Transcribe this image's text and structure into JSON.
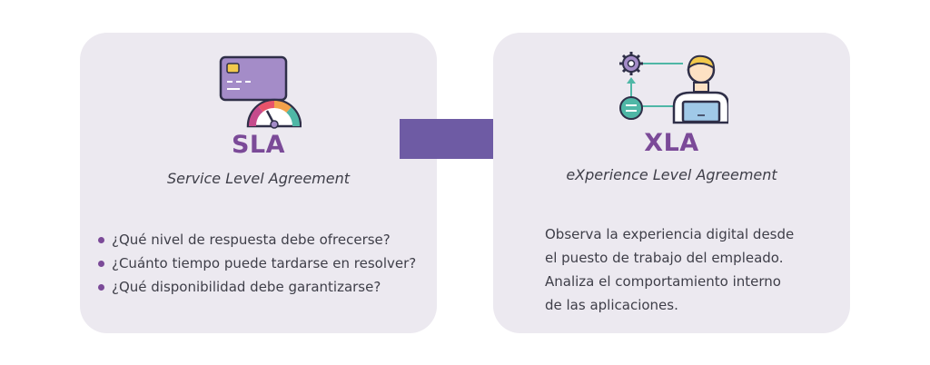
{
  "sla": {
    "title": "SLA",
    "subtitle": "Service Level Agreement",
    "bullets": [
      "¿Qué nivel de respuesta debe ofrecerse?",
      "¿Cuánto tiempo puede tardarse en resolver?",
      "¿Qué disponibilidad debe garantizarse?"
    ],
    "icon": "credit-card-gauge-icon"
  },
  "xla": {
    "title": "XLA",
    "subtitle": "eXperience Level Agreement",
    "description": [
      "Observa la experiencia digital desde",
      "el puesto de trabajo del empleado.",
      "Analiza el comportamiento interno",
      "de las aplicaciones."
    ],
    "icon": "user-laptop-gear-icon"
  },
  "colors": {
    "card_background": "#ece9f0",
    "accent_purple": "#7b4a98",
    "arrow_purple": "#6e5ba4",
    "text": "#3e3e48"
  }
}
